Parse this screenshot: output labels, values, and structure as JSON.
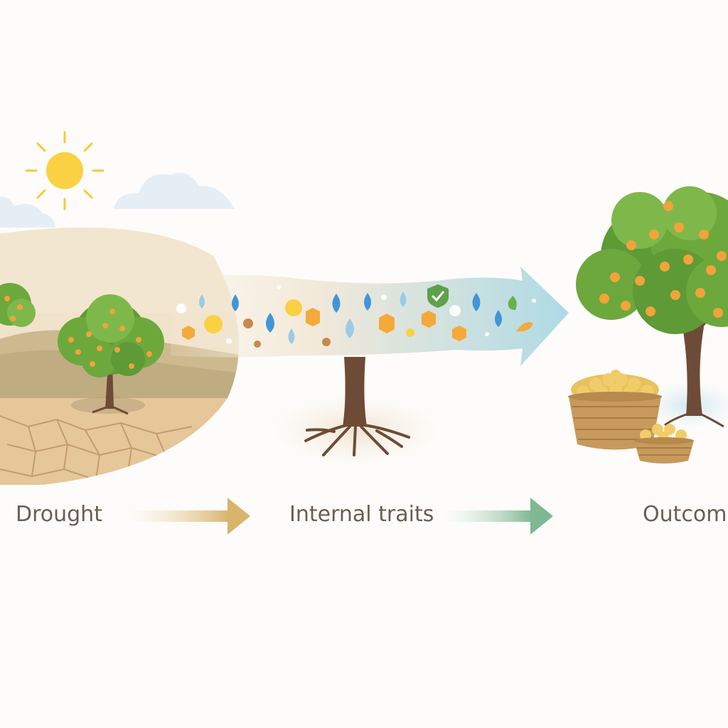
{
  "stages": [
    {
      "label": "Drought",
      "icon": "dry-field-with-trees"
    },
    {
      "label": "Internal traits",
      "icon": "tree-with-roots"
    },
    {
      "label": "Outcom",
      "icon": "fruiting-tree-with-harvest-baskets"
    }
  ],
  "colors": {
    "sun": "#f9d143",
    "soil": "#dcb98c",
    "leaf": "#6da83c",
    "trunk": "#6e4b36",
    "fruit": "#f2a33a",
    "water": "#3f96d8",
    "arrow_drought": "#d9b46c",
    "arrow_traits": "#7fb892",
    "flow_arrow": "#9fd0dc",
    "label_text": "#6b5d52"
  }
}
